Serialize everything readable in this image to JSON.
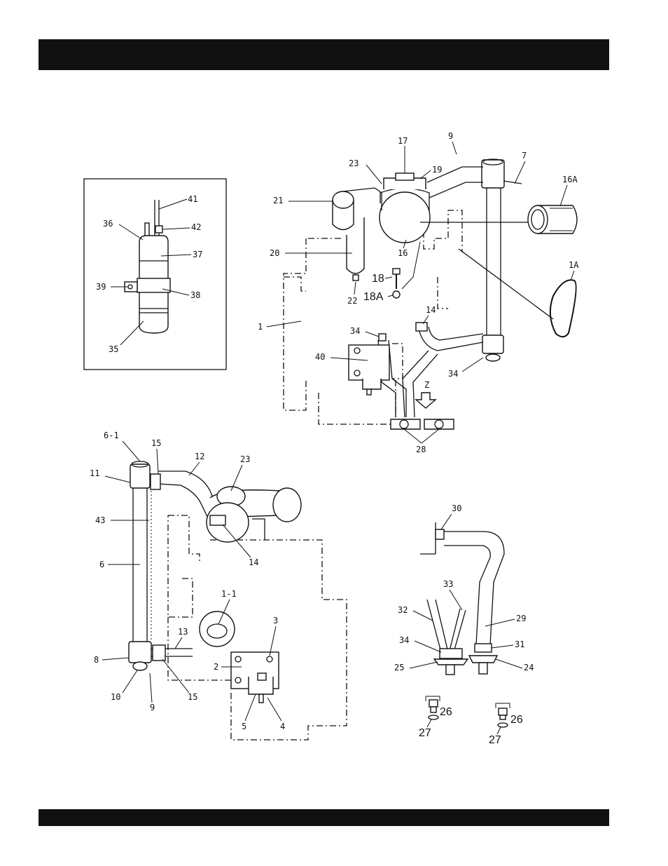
{
  "header": {
    "title": ""
  },
  "footer": {
    "text": ""
  },
  "callouts": {
    "inset": [
      "41",
      "36",
      "42",
      "37",
      "39",
      "38",
      "35"
    ],
    "upper": [
      "17",
      "9",
      "7",
      "23",
      "19",
      "16A",
      "21",
      "20",
      "16",
      "18",
      "18A",
      "22",
      "1A",
      "1",
      "14",
      "34",
      "40",
      "34",
      "Z",
      "28"
    ],
    "lower_left": [
      "6-1",
      "15",
      "12",
      "23",
      "11",
      "43",
      "6",
      "14",
      "1-1",
      "3",
      "13",
      "2",
      "8",
      "10",
      "9",
      "15",
      "5",
      "4"
    ],
    "lower_right": [
      "30",
      "33",
      "32",
      "29",
      "34",
      "31",
      "25",
      "24",
      "26",
      "27",
      "26",
      "27"
    ]
  }
}
